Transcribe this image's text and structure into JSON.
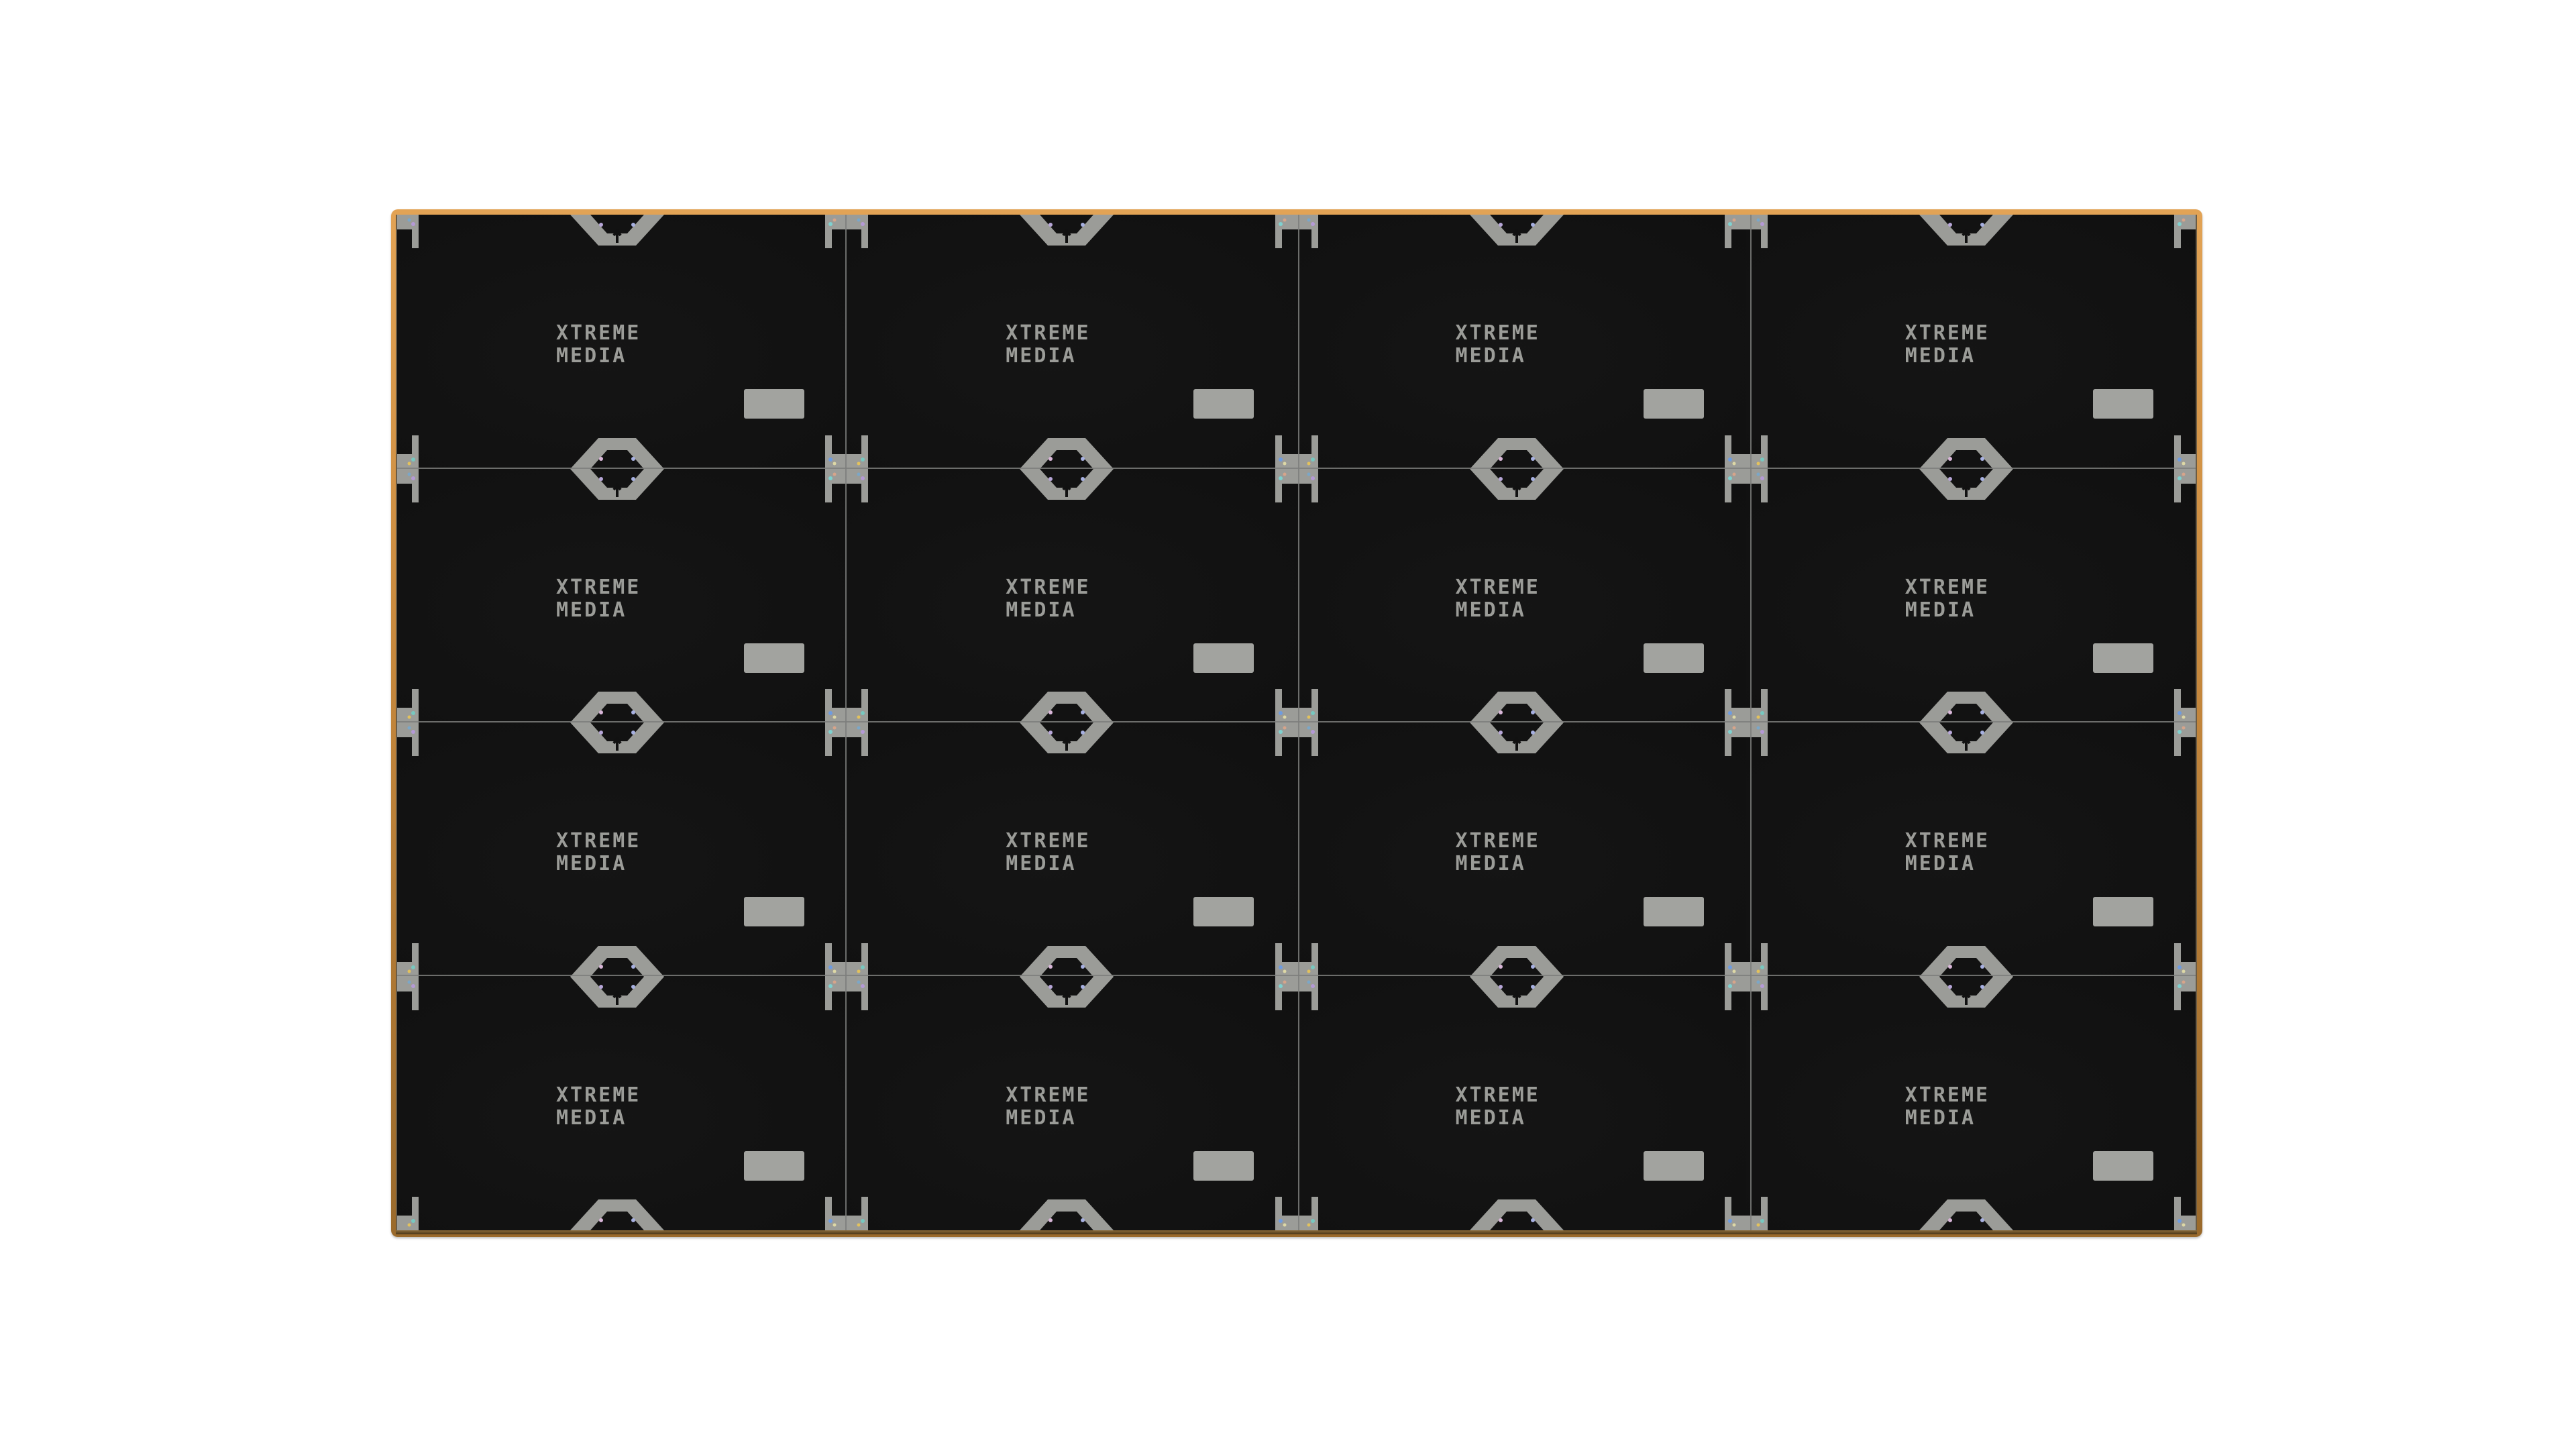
{
  "scene": {
    "title": "LED video wall rear view",
    "layout": {
      "columns": 4,
      "rows": 4
    },
    "colors": {
      "background": "#ffffff",
      "frame": "#c98a3e",
      "panel": "#131313",
      "metal": "#9b9c98",
      "label_plate": "#a2a39f"
    }
  },
  "cabinets": [
    {
      "logo_line1": "XTREME",
      "logo_line2": "MEDIA"
    },
    {
      "logo_line1": "XTREME",
      "logo_line2": "MEDIA"
    },
    {
      "logo_line1": "XTREME",
      "logo_line2": "MEDIA"
    },
    {
      "logo_line1": "XTREME",
      "logo_line2": "MEDIA"
    },
    {
      "logo_line1": "XTREME",
      "logo_line2": "MEDIA"
    },
    {
      "logo_line1": "XTREME",
      "logo_line2": "MEDIA"
    },
    {
      "logo_line1": "XTREME",
      "logo_line2": "MEDIA"
    },
    {
      "logo_line1": "XTREME",
      "logo_line2": "MEDIA"
    },
    {
      "logo_line1": "XTREME",
      "logo_line2": "MEDIA"
    },
    {
      "logo_line1": "XTREME",
      "logo_line2": "MEDIA"
    },
    {
      "logo_line1": "XTREME",
      "logo_line2": "MEDIA"
    },
    {
      "logo_line1": "XTREME",
      "logo_line2": "MEDIA"
    },
    {
      "logo_line1": "XTREME",
      "logo_line2": "MEDIA"
    },
    {
      "logo_line1": "XTREME",
      "logo_line2": "MEDIA"
    },
    {
      "logo_line1": "XTREME",
      "logo_line2": "MEDIA"
    },
    {
      "logo_line1": "XTREME",
      "logo_line2": "MEDIA"
    }
  ]
}
